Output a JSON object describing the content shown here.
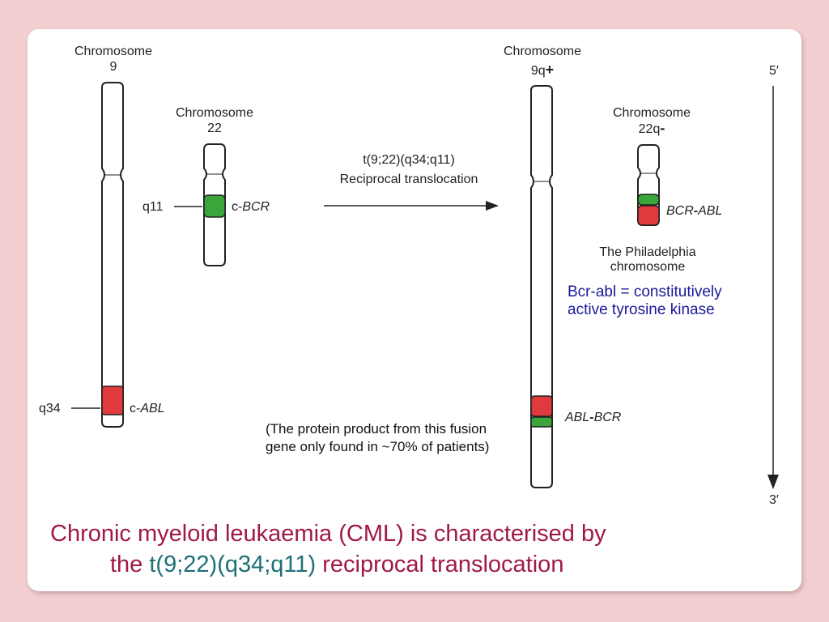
{
  "left": {
    "chr9_label": [
      "Chromosome",
      "9"
    ],
    "chr22_label": [
      "Chromosome",
      "22"
    ],
    "q11": "q11",
    "c_bcr_prefix": "c-",
    "c_bcr_gene": "BCR",
    "q34": "q34",
    "c_abl_prefix": "c-",
    "c_abl_gene": "ABL"
  },
  "arrow": {
    "line1": "t(9;22)(q34;q11)",
    "line2": "Reciprocal translocation"
  },
  "right": {
    "chr9q_label": "Chromosome",
    "chr9q_name": "9q",
    "chr9q_sign": "+",
    "chr22q_label": "Chromosome",
    "chr22q_name": "22q",
    "chr22q_sign": "-",
    "bcr_abl_a": "BCR",
    "bcr_abl_sep": "-",
    "bcr_abl_b": "ABL",
    "abl_bcr_a": "ABL",
    "abl_bcr_sep": "-",
    "abl_bcr_b": "BCR",
    "philly": [
      "The Philadelphia",
      "chromosome"
    ]
  },
  "axis": {
    "top": "5′",
    "bottom": "3′"
  },
  "notes": {
    "kinase": [
      "Bcr-abl = constitutively",
      "active tyrosine kinase"
    ],
    "protein": [
      "(The protein product from this fusion",
      "gene only found in ~70% of patients)"
    ]
  },
  "caption": {
    "line1": "Chronic myeloid leukaemia (CML) is characterised by",
    "line2_pre": "the ",
    "line2_hl": "t(9;22)(q34;q11)",
    "line2_post": " reciprocal translocation"
  },
  "colors": {
    "red": "#e03a3e",
    "green": "#3aa53a",
    "caption": "#a01946",
    "highlight": "#1e6f78",
    "note": "#1a1a99"
  }
}
